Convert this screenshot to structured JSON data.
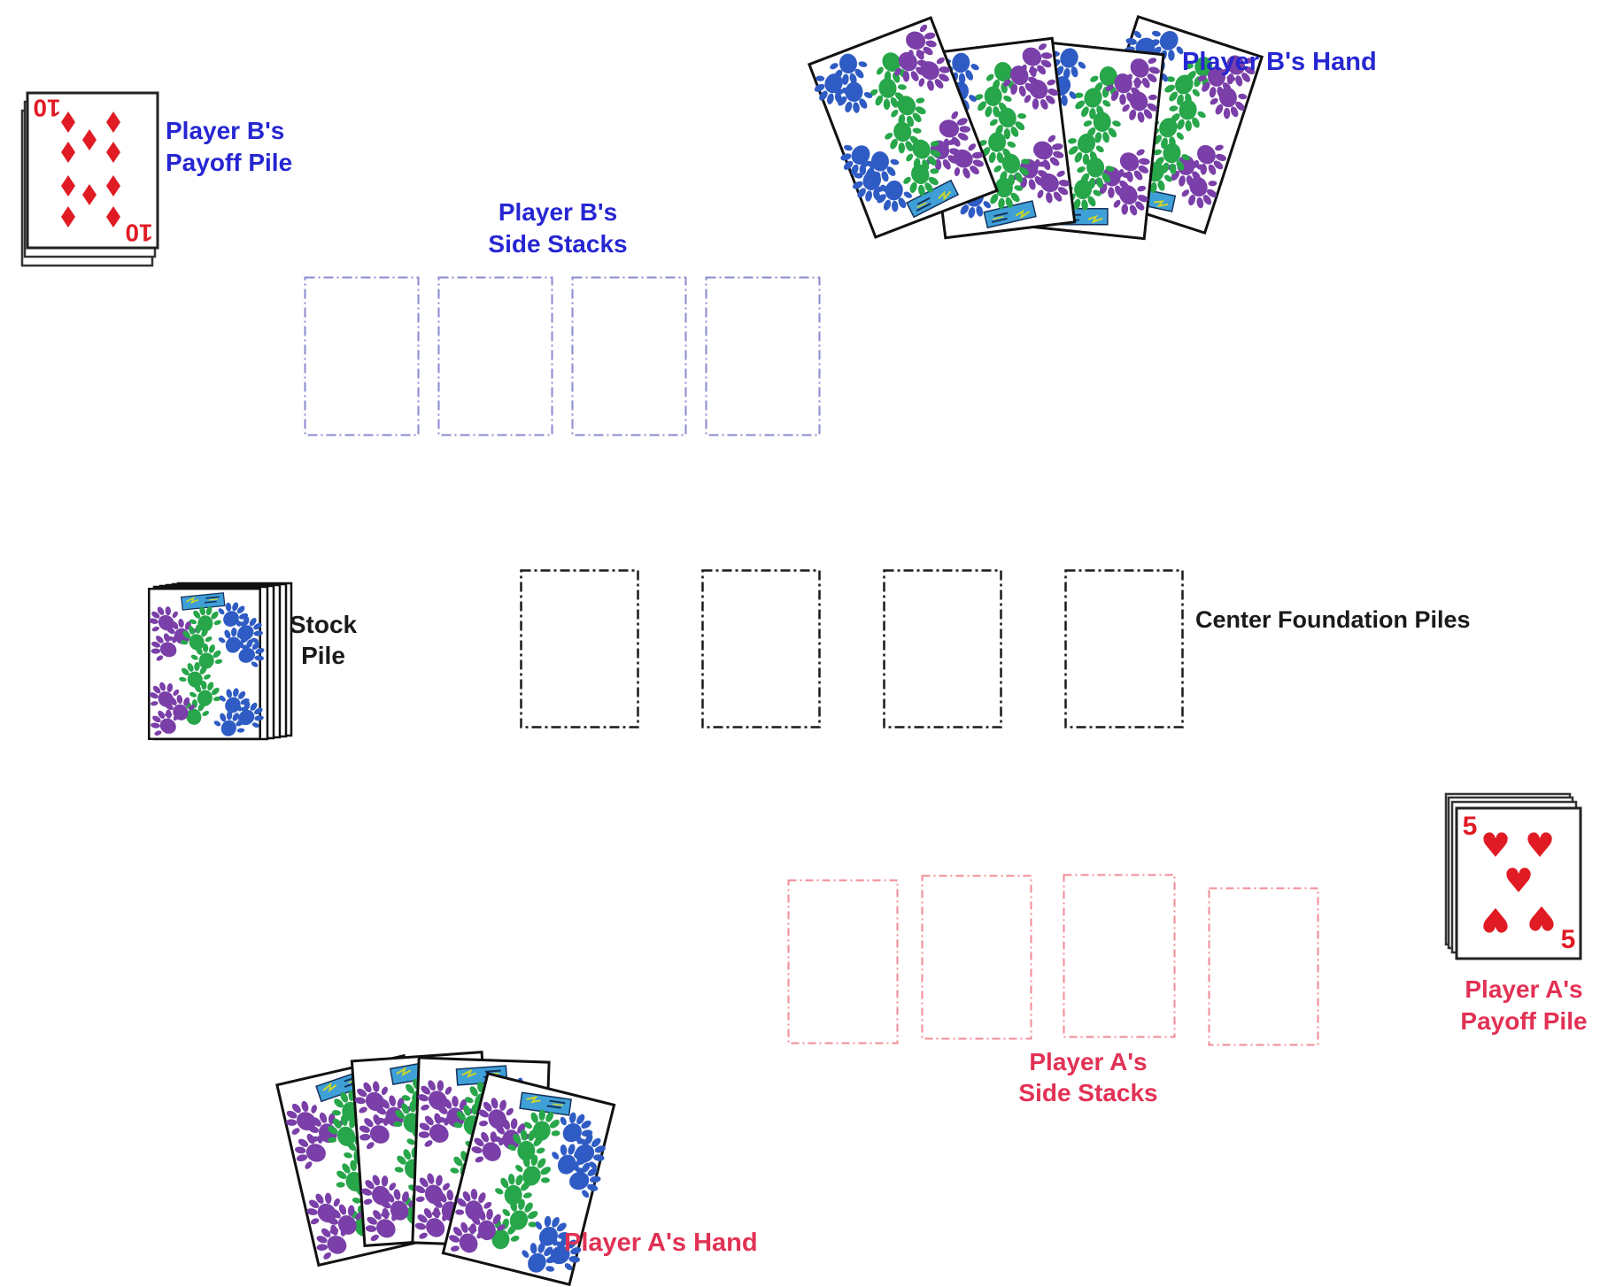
{
  "labels": {
    "b_payoff": {
      "line1": "Player B's",
      "line2": "Payoff Pile",
      "color": "#2626d2"
    },
    "b_hand": {
      "text": "Player B's Hand",
      "color": "#2626d2"
    },
    "b_side": {
      "line1": "Player B's",
      "line2": "Side Stacks",
      "color": "#2626d2"
    },
    "stock": {
      "line1": "Stock",
      "line2": "Pile",
      "color": "#1a1a1a"
    },
    "center": {
      "text": "Center Foundation Piles",
      "color": "#1a1a1a"
    },
    "a_side": {
      "line1": "Player A's",
      "line2": "Side Stacks",
      "color": "#e23154"
    },
    "a_payoff": {
      "line1": "Player A's",
      "line2": "Payoff Pile",
      "color": "#e23154"
    },
    "a_hand": {
      "text": "Player A's Hand",
      "color": "#e23154"
    }
  },
  "cards": {
    "b_payoff_top_card": {
      "rank": "10",
      "suit": "diamonds",
      "pip_color": "#e01b24",
      "orientation": "rotated-180",
      "stacked_cards_visible": 3
    },
    "a_payoff_top_card": {
      "rank": "5",
      "suit": "hearts",
      "pip_color": "#e01b24",
      "orientation": "upright",
      "stacked_cards_visible": 3
    },
    "b_hand": {
      "count": 4,
      "face": "down"
    },
    "a_hand": {
      "count": 4,
      "face": "down"
    },
    "stock": {
      "face": "down",
      "stacked_cards_visible": 5
    }
  },
  "slots": {
    "b_side_count": 4,
    "center_count": 4,
    "a_side_count": 4,
    "b_side_border_color": "#8a8ad0",
    "center_border_color": "#1a1a1a",
    "a_side_border_color": "#f28b96",
    "border_style": "dash-dot"
  },
  "card_back": {
    "background": "#ffffff",
    "paw_print_colors": {
      "purple": "#7a3fa8",
      "green": "#27a64a",
      "blue": "#2f5cc4"
    },
    "logo_color": "#3fa0d8"
  }
}
